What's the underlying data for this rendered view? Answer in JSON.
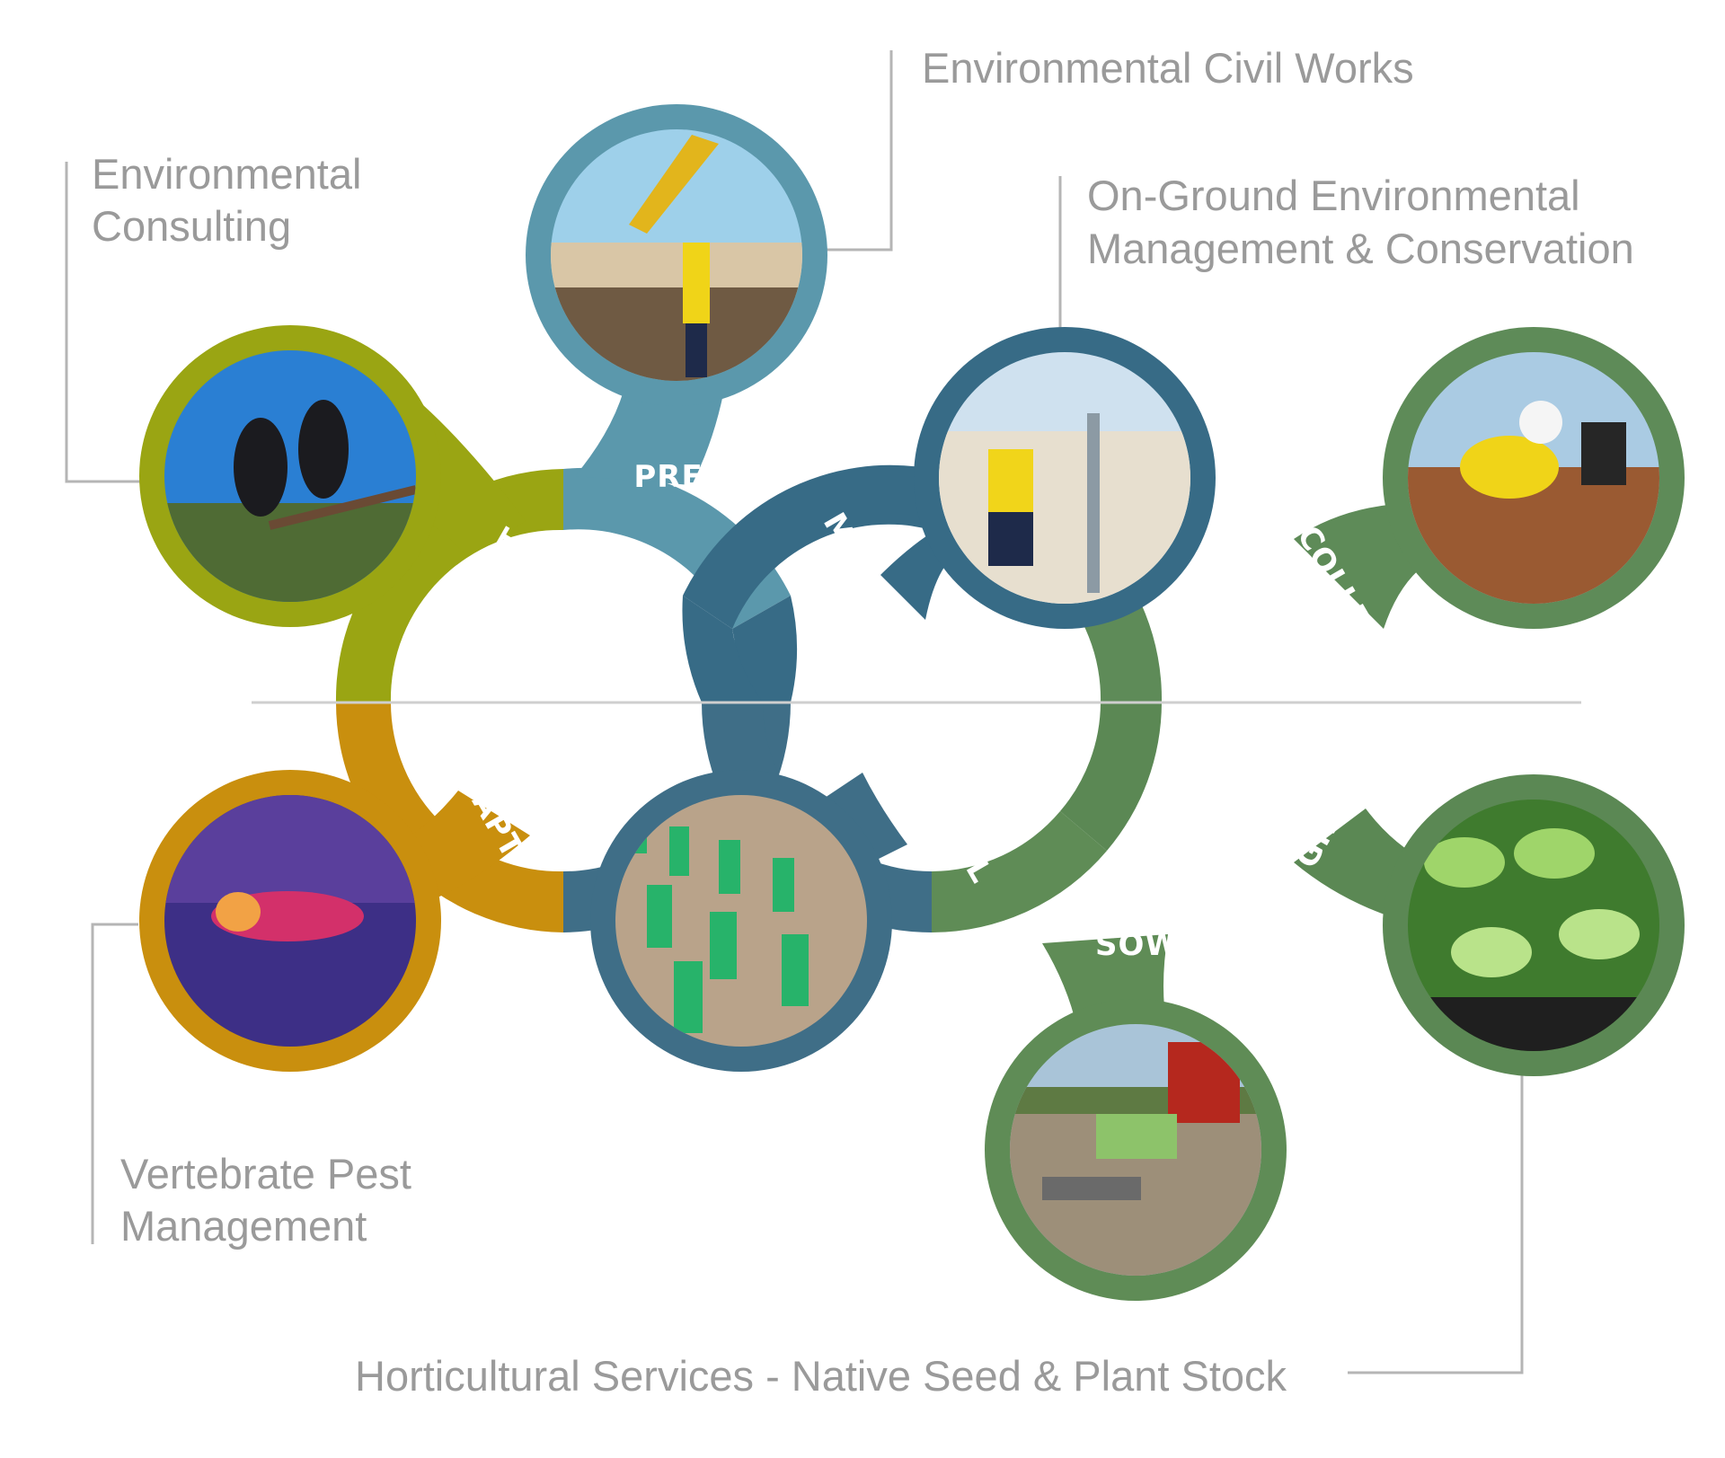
{
  "colors": {
    "consult": "#9aa513",
    "prep": "#5b98ac",
    "maintain": "#376b86",
    "install": "#3f6e87",
    "collect": "#5e8b58",
    "grow": "#5b8854",
    "sow": "#5f8c56",
    "adapt": "#c98f0e",
    "callout_text": "#9a9a9a",
    "leader_line": "#b5b5b5"
  },
  "stages": {
    "consult": "CONSULT",
    "prep": "PREP",
    "maintain": "MAINTAIN",
    "install": "INSTALL",
    "collect": "COLLECT",
    "grow": "GROW",
    "sow": "SOW",
    "adapt": "ADAPT"
  },
  "services": {
    "environmental_consulting": [
      "Environmental",
      "Consulting"
    ],
    "civil_works": [
      "Environmental Civil Works"
    ],
    "on_ground": [
      "On-Ground Environmental",
      "Management & Conservation"
    ],
    "pest_management": [
      "Vertebrate Pest",
      "Management"
    ],
    "horticultural": [
      "Horticultural Services - Native Seed & Plant Stock"
    ]
  },
  "photos": {
    "consult": "black-cockatoos-photo",
    "prep": "excavator-coastal-works-photo",
    "maintain": "fence-installation-photo",
    "collect": "seed-collection-photo",
    "adapt": "thermal-fox-photo",
    "install": "tree-guards-photo",
    "grow": "seedlings-photo",
    "sow": "seeding-machine-photo"
  }
}
